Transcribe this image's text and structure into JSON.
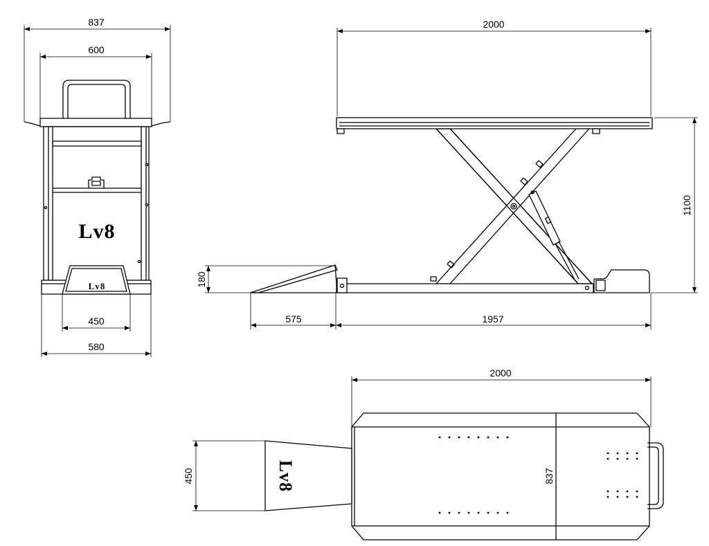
{
  "front_view": {
    "dims": {
      "overall_width": "837",
      "platform_width": "600",
      "ramp_width": "450",
      "base_width": "580"
    },
    "logo": "Lv8",
    "ramp_logo": "Lv8"
  },
  "side_view": {
    "dims": {
      "length": "2000",
      "height": "1100",
      "ramp_height": "180",
      "ramp_length": "575",
      "base_length": "1957"
    }
  },
  "top_view": {
    "dims": {
      "length": "2000",
      "width": "837",
      "ramp_width": "450"
    },
    "ramp_logo": "Lv8"
  },
  "colors": {
    "line": "#000000",
    "background": "#ffffff"
  }
}
